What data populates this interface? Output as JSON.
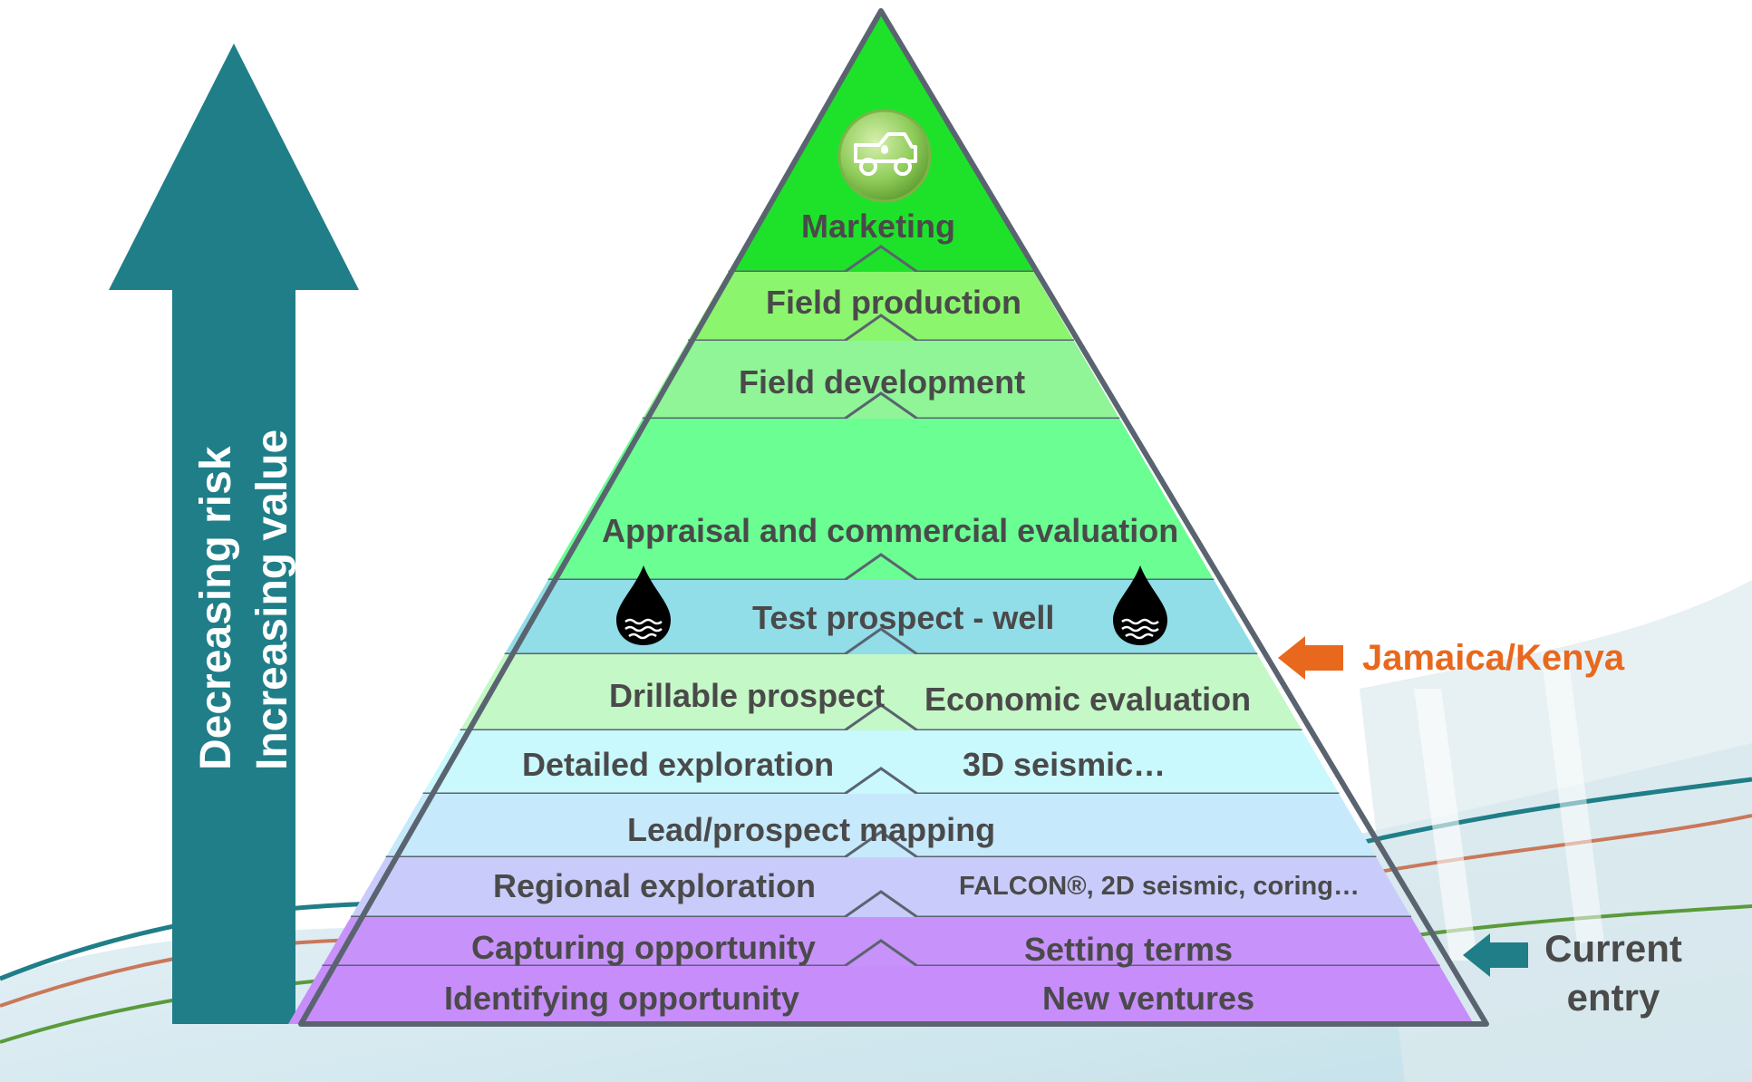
{
  "side_arrow": {
    "line1": "Decreasing risk",
    "line2": "Increasing value",
    "color": "#1f7e88"
  },
  "pyramid": {
    "layers": [
      {
        "left": "Marketing",
        "right": "",
        "color": "#1ee22a"
      },
      {
        "left": "Field production",
        "right": "",
        "color": "#8cf56e"
      },
      {
        "left": "Field development",
        "right": "",
        "color": "#8ff596"
      },
      {
        "left": "Appraisal and commercial evaluation",
        "right": "",
        "color": "#6afe93"
      },
      {
        "left": "Test prospect - well",
        "right": "",
        "color": "#91dde8"
      },
      {
        "left": "Drillable prospect",
        "right": "Economic evaluation",
        "color": "#c4f8c6"
      },
      {
        "left": "Detailed exploration",
        "right": "3D seismic…",
        "color": "#c9f8fd"
      },
      {
        "left": "Lead/prospect mapping",
        "right": "",
        "color": "#c7e9fc"
      },
      {
        "left": "Regional exploration",
        "right": "FALCON®, 2D seismic, coring…",
        "color": "#c9ccfb"
      },
      {
        "left": "Capturing opportunity",
        "right": "Setting terms",
        "color": "#c892fb"
      },
      {
        "left": "Identifying opportunity",
        "right": "New ventures",
        "color": "#c78dfb"
      }
    ],
    "outline_color": "#5a6470",
    "icons": [
      "truck-icon",
      "oil-drop-icon",
      "oil-drop-icon"
    ]
  },
  "markers": {
    "jamaica": {
      "label": "Jamaica/Kenya",
      "color": "#e8691e"
    },
    "current": {
      "line1": "Current",
      "line2": "entry",
      "color": "#1f7e88"
    }
  }
}
